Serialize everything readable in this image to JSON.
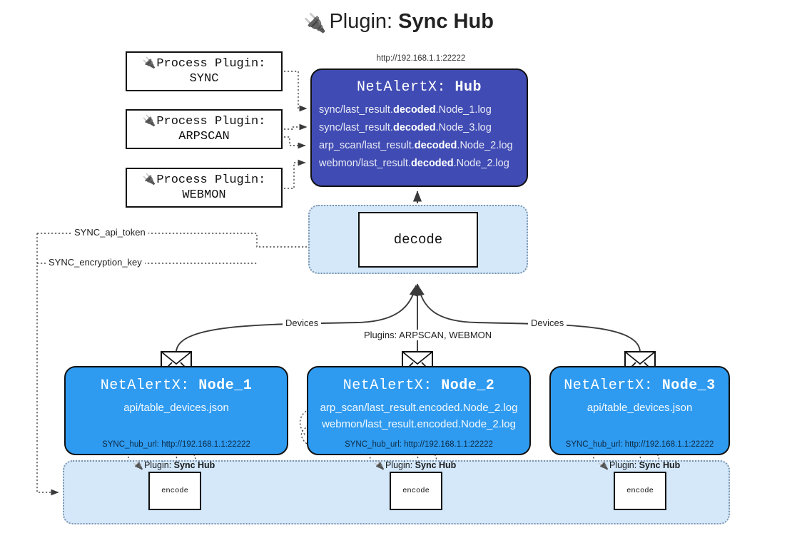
{
  "page": {
    "title_prefix": "Plugin:",
    "title_name": "Sync Hub",
    "plug_icon": "plug-icon",
    "hub_url": "http://192.168.1.1:22222",
    "colors": {
      "hub_fill": "#404cb3",
      "node_fill": "#2f9bf0",
      "container_fill": "#d4e8fa",
      "container_border": "#7b93ad",
      "stroke": "#111111",
      "background": "#ffffff"
    }
  },
  "process_plugins": [
    {
      "line1": "Process Plugin:",
      "line2": "SYNC"
    },
    {
      "line1": "Process Plugin:",
      "line2": "ARPSCAN"
    },
    {
      "line1": "Process Plugin:",
      "line2": "WEBMON"
    }
  ],
  "hub": {
    "title_prefix": "NetAlertX:",
    "title_name": "Hub",
    "rows": [
      {
        "pre": "sync/last_result.",
        "bold": "decoded",
        "post": ".Node_1.log"
      },
      {
        "pre": "sync/last_result.",
        "bold": "decoded",
        "post": ".Node_3.log"
      },
      {
        "pre": "arp_scan/last_result.",
        "bold": "decoded",
        "post": ".Node_2.log"
      },
      {
        "pre": "webmon/last_result.",
        "bold": "decoded",
        "post": ".Node_2.log"
      }
    ]
  },
  "decode": {
    "label": "decode"
  },
  "secrets": [
    {
      "label": "SYNC_api_token"
    },
    {
      "label": "SYNC_encryption_key"
    }
  ],
  "edge_labels": {
    "devices_left": "Devices",
    "devices_right": "Devices",
    "plugins_middle": "Plugins: ARPSCAN, WEBMON"
  },
  "nodes": [
    {
      "title_prefix": "NetAlertX:",
      "title_name": "Node_1",
      "lines": [
        "api/table_devices.json"
      ],
      "url_key": "SYNC_hub_url:",
      "url_value": "http://192.168.1.1:22222"
    },
    {
      "title_prefix": "NetAlertX:",
      "title_name": "Node_2",
      "lines": [
        "arp_scan/last_result.encoded.Node_2.log",
        "webmon/last_result.encoded.Node_2.log"
      ],
      "url_key": "SYNC_hub_url:",
      "url_value": "http://192.168.1.1:22222"
    },
    {
      "title_prefix": "NetAlertX:",
      "title_name": "Node_3",
      "lines": [
        "api/table_devices.json"
      ],
      "url_key": "SYNC_hub_url:",
      "url_value": "http://192.168.1.1:22222"
    }
  ],
  "encoders": [
    {
      "plugin_prefix": "Plugin:",
      "plugin_name": "Sync Hub",
      "label": "encode"
    },
    {
      "plugin_prefix": "Plugin:",
      "plugin_name": "Sync Hub",
      "label": "encode"
    },
    {
      "plugin_prefix": "Plugin:",
      "plugin_name": "Sync Hub",
      "label": "encode"
    }
  ]
}
